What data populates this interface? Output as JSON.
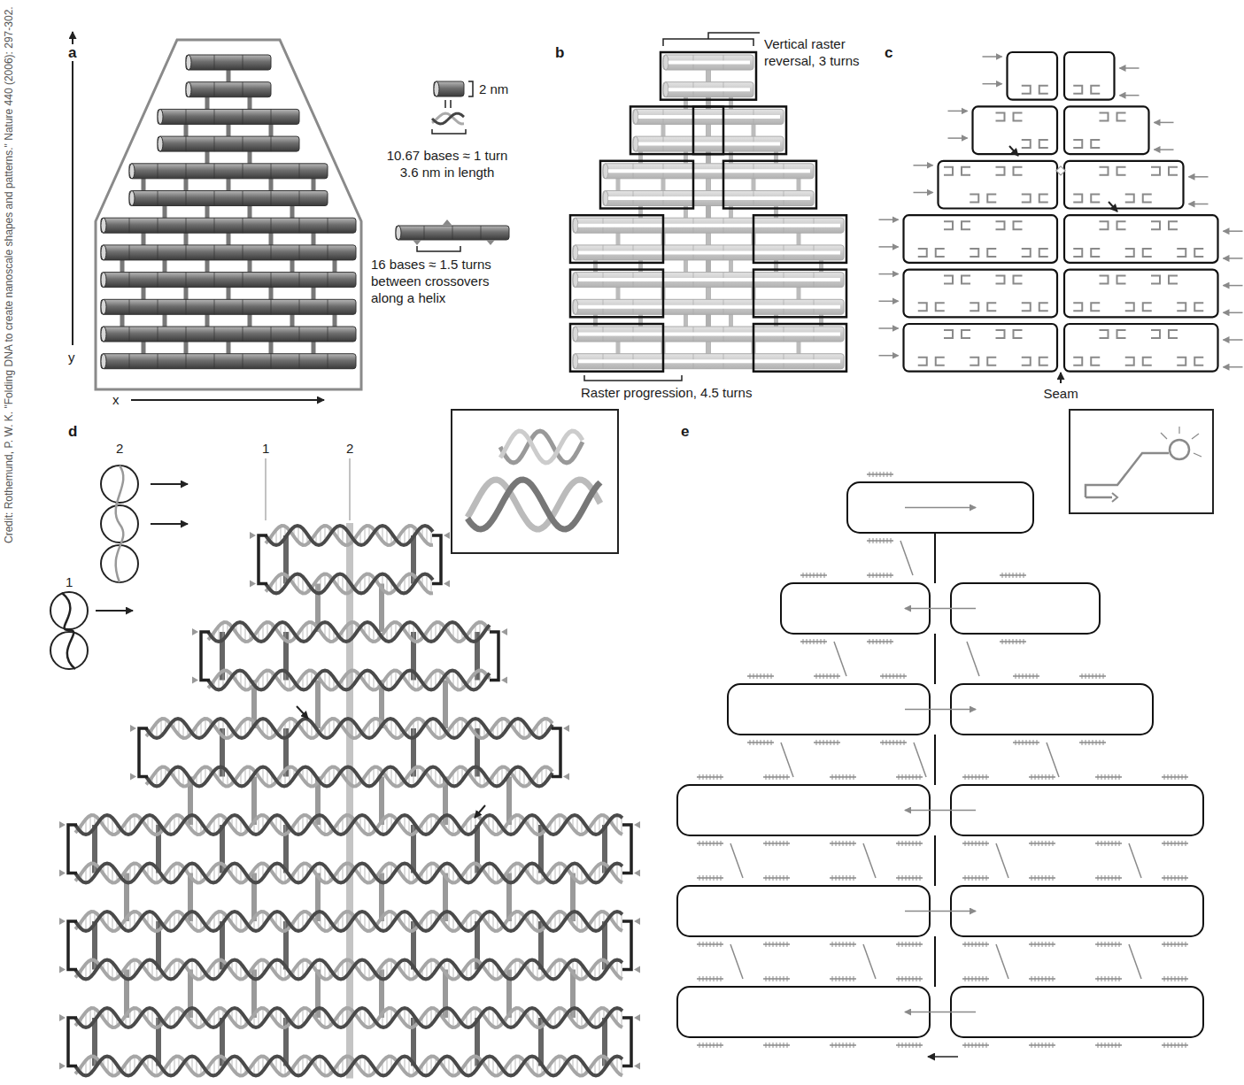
{
  "diagram": {
    "labels": [
      "a",
      "b",
      "c",
      "d",
      "e",
      "2 nm",
      "10.67 bases ≈ 1 turn 3.6 nm in length",
      "16 bases ≈ 1.5 turns between crossovers along a helix",
      "y",
      "x",
      "Vertical raster reversal, 3 turns",
      "Raster progression, 4.5 turns",
      "Seam",
      "2",
      "1",
      "2",
      "1",
      "Credit: Rothemund, P. W. K. \"Folding DNA to create nanoscale shapes and patterns.\" Nature 440 (2006): 297-302."
    ]
  }
}
